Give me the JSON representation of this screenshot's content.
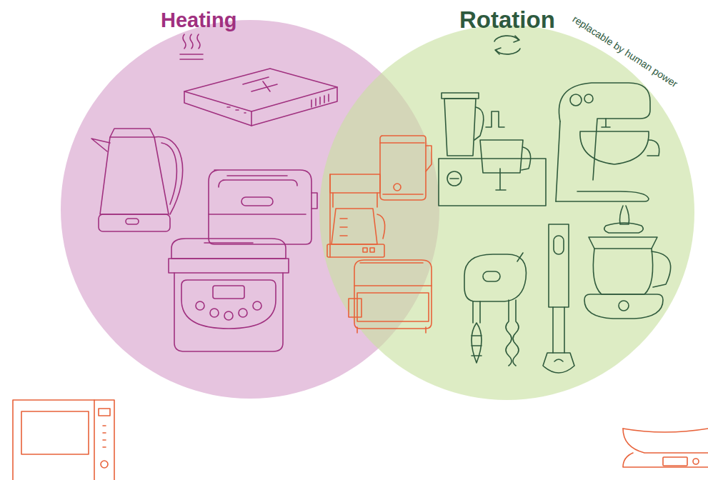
{
  "diagram": {
    "nodes": [
      {
        "text": [
          "Heating"
        ]
      },
      {
        "text": [
          "Rotation",
          "replacable by human power"
        ]
      }
    ]
  }
}
